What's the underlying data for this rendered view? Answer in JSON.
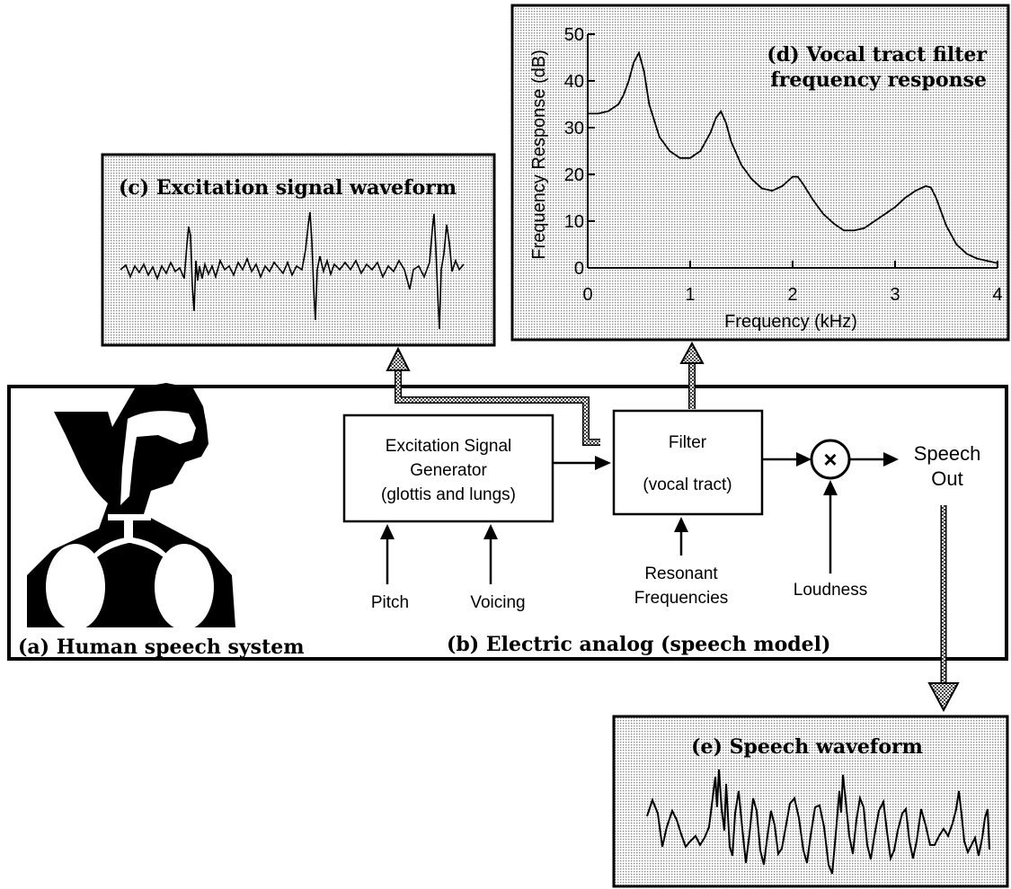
{
  "panels": {
    "human": {
      "caption": "(a) Human speech system"
    },
    "model": {
      "caption": "(b) Electric analog (speech model)"
    },
    "excitation": {
      "caption": "(c) Excitation signal waveform"
    },
    "filter_response": {
      "caption_line1": "(d) Vocal tract filter",
      "caption_line2": "frequency response"
    },
    "speech": {
      "caption": "(e) Speech waveform"
    }
  },
  "blocks": {
    "generator": {
      "line1": "Excitation Signal",
      "line2": "Generator",
      "line3": "(glottis and lungs)"
    },
    "filter": {
      "line1": "Filter",
      "line2": "(vocal tract)"
    },
    "multiplier": {
      "symbol": "×"
    },
    "output": {
      "line1": "Speech",
      "line2": "Out"
    }
  },
  "inputs": {
    "pitch": "Pitch",
    "voicing": "Voicing",
    "resonant_line1": "Resonant",
    "resonant_line2": "Frequencies",
    "loudness": "Loudness"
  },
  "colors": {
    "ink": "#000000",
    "panel_fill": "#dcdcdc",
    "paper": "#ffffff"
  },
  "chart_data": {
    "type": "line",
    "xlabel": "Frequency (kHz)",
    "ylabel": "Frequency Response (dB)",
    "xlim": [
      0,
      4
    ],
    "ylim": [
      0,
      50
    ],
    "x_ticks": [
      "0",
      "1",
      "2",
      "3",
      "4"
    ],
    "y_ticks": [
      "0",
      "10",
      "20",
      "30",
      "40",
      "50"
    ],
    "grid": false,
    "x": [
      0,
      0.1,
      0.2,
      0.3,
      0.35,
      0.4,
      0.45,
      0.5,
      0.55,
      0.6,
      0.7,
      0.8,
      0.9,
      1.0,
      1.1,
      1.2,
      1.25,
      1.3,
      1.35,
      1.4,
      1.5,
      1.6,
      1.7,
      1.8,
      1.9,
      2.0,
      2.05,
      2.1,
      2.2,
      2.3,
      2.4,
      2.5,
      2.6,
      2.7,
      2.8,
      2.9,
      3.0,
      3.1,
      3.2,
      3.3,
      3.35,
      3.4,
      3.5,
      3.6,
      3.7,
      3.8,
      3.9,
      4.0
    ],
    "y": [
      33,
      33,
      33.5,
      35,
      37,
      40,
      44,
      46,
      42,
      35,
      28,
      25,
      23.5,
      23.5,
      25,
      29,
      32,
      33.5,
      31,
      27,
      22,
      19,
      17,
      16.5,
      17.5,
      19.5,
      19.5,
      18,
      14.5,
      11.5,
      9.5,
      8,
      8,
      8.5,
      10,
      11.5,
      13,
      15,
      16.5,
      17.5,
      17.2,
      15,
      9,
      5,
      3,
      2,
      1.5,
      1
    ]
  }
}
